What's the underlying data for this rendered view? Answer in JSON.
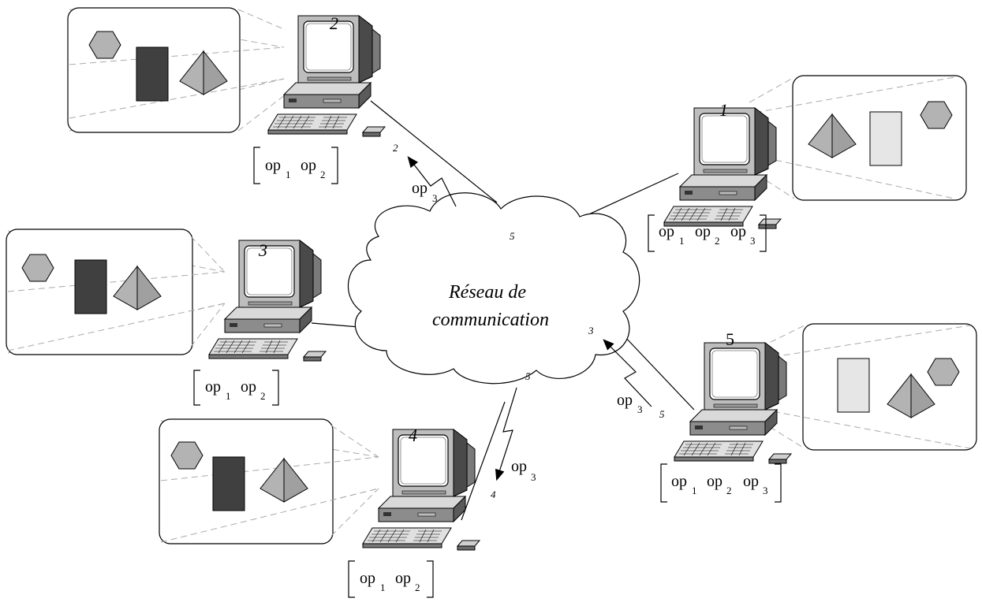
{
  "network": {
    "label_line1": "Réseau de",
    "label_line2": "communication"
  },
  "colors": {
    "dark_object": "#404040",
    "light_object": "#e6e6e6",
    "shape_gray": "#b3b3b3"
  },
  "sites": [
    {
      "id": "1",
      "ops": [
        [
          "op",
          "1"
        ],
        [
          "op",
          "2"
        ],
        [
          "op",
          "3"
        ]
      ],
      "object_shade": "light",
      "shapes": [
        "pyramid-icon",
        "rectangle-icon",
        "hexagon-icon"
      ]
    },
    {
      "id": "2",
      "ops": [
        [
          "op",
          "1"
        ],
        [
          "op",
          "2"
        ]
      ],
      "object_shade": "dark",
      "shapes": [
        "hexagon-icon",
        "rectangle-icon",
        "pyramid-icon"
      ]
    },
    {
      "id": "3",
      "ops": [
        [
          "op",
          "1"
        ],
        [
          "op",
          "2"
        ]
      ],
      "object_shade": "dark",
      "shapes": [
        "hexagon-icon",
        "rectangle-icon",
        "pyramid-icon"
      ]
    },
    {
      "id": "4",
      "ops": [
        [
          "op",
          "1"
        ],
        [
          "op",
          "2"
        ]
      ],
      "object_shade": "dark",
      "shapes": [
        "hexagon-icon",
        "rectangle-icon",
        "pyramid-icon"
      ]
    },
    {
      "id": "5",
      "ops": [
        [
          "op",
          "1"
        ],
        [
          "op",
          "2"
        ],
        [
          "op",
          "3"
        ]
      ],
      "object_shade": "light",
      "shapes": [
        "rectangle-icon",
        "pyramid-icon",
        "hexagon-icon"
      ]
    }
  ],
  "messages": [
    {
      "op": "op",
      "sub": "3",
      "from": "5",
      "to": "2"
    },
    {
      "op": "op",
      "sub": "3",
      "from": "5",
      "to": "3"
    },
    {
      "op": "op",
      "sub": "3",
      "from": "5",
      "to": "4"
    }
  ]
}
